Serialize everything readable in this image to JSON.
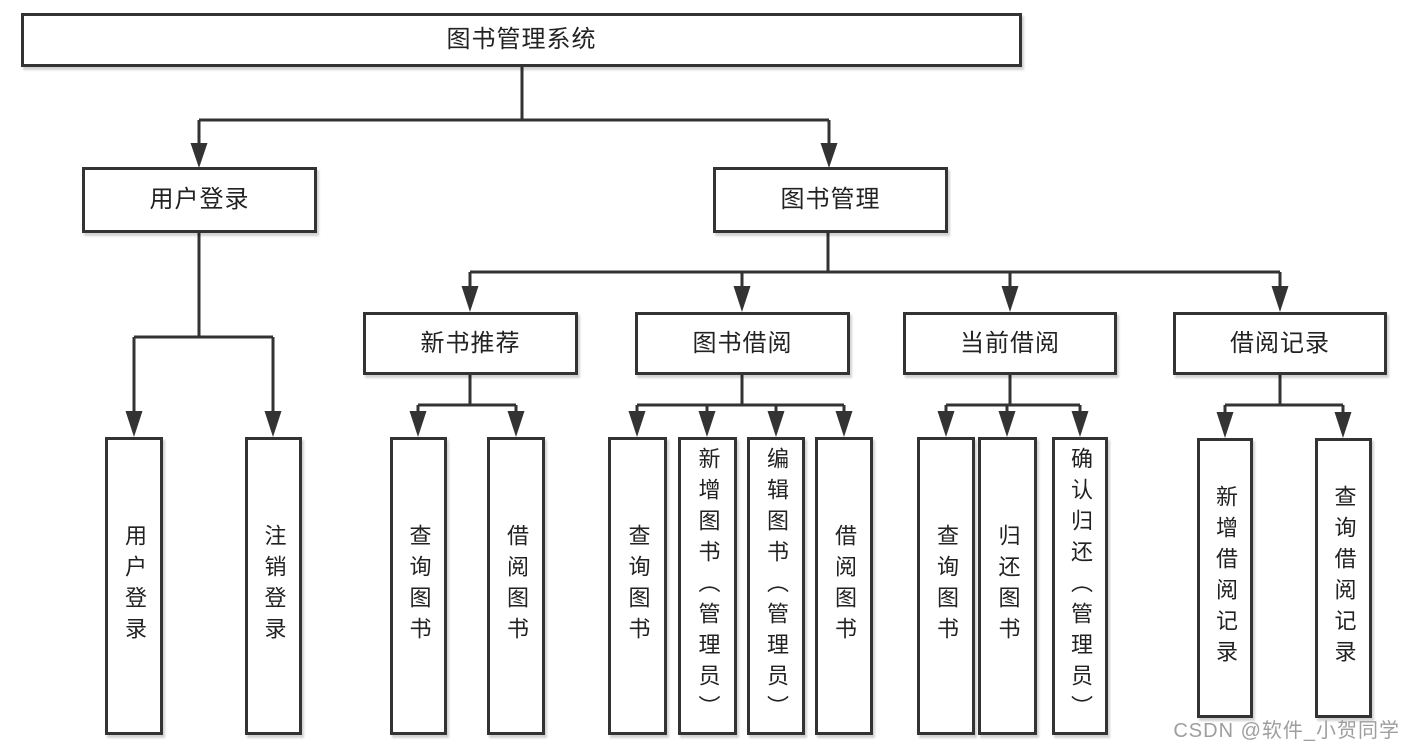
{
  "tree": {
    "label": "图书管理系统",
    "children": [
      {
        "label": "用户登录",
        "children": [
          {
            "label": "用户登录"
          },
          {
            "label": "注销登录"
          }
        ]
      },
      {
        "label": "图书管理",
        "children": [
          {
            "label": "新书推荐",
            "children": [
              {
                "label": "查询图书"
              },
              {
                "label": "借阅图书"
              }
            ]
          },
          {
            "label": "图书借阅",
            "children": [
              {
                "label": "查询图书"
              },
              {
                "label": "新增图书（管理员）"
              },
              {
                "label": "编辑图书（管理员）"
              },
              {
                "label": "借阅图书"
              }
            ]
          },
          {
            "label": "当前借阅",
            "children": [
              {
                "label": "查询图书"
              },
              {
                "label": "归还图书"
              },
              {
                "label": "确认归还（管理员）"
              }
            ]
          },
          {
            "label": "借阅记录",
            "children": [
              {
                "label": "新增借阅记录"
              },
              {
                "label": "查询借阅记录"
              }
            ]
          }
        ]
      }
    ]
  },
  "watermark": "CSDN @软件_小贺同学",
  "colors": {
    "line": "#333333",
    "text": "#222222",
    "watermark": "#9e9e9e",
    "background": "#ffffff"
  }
}
